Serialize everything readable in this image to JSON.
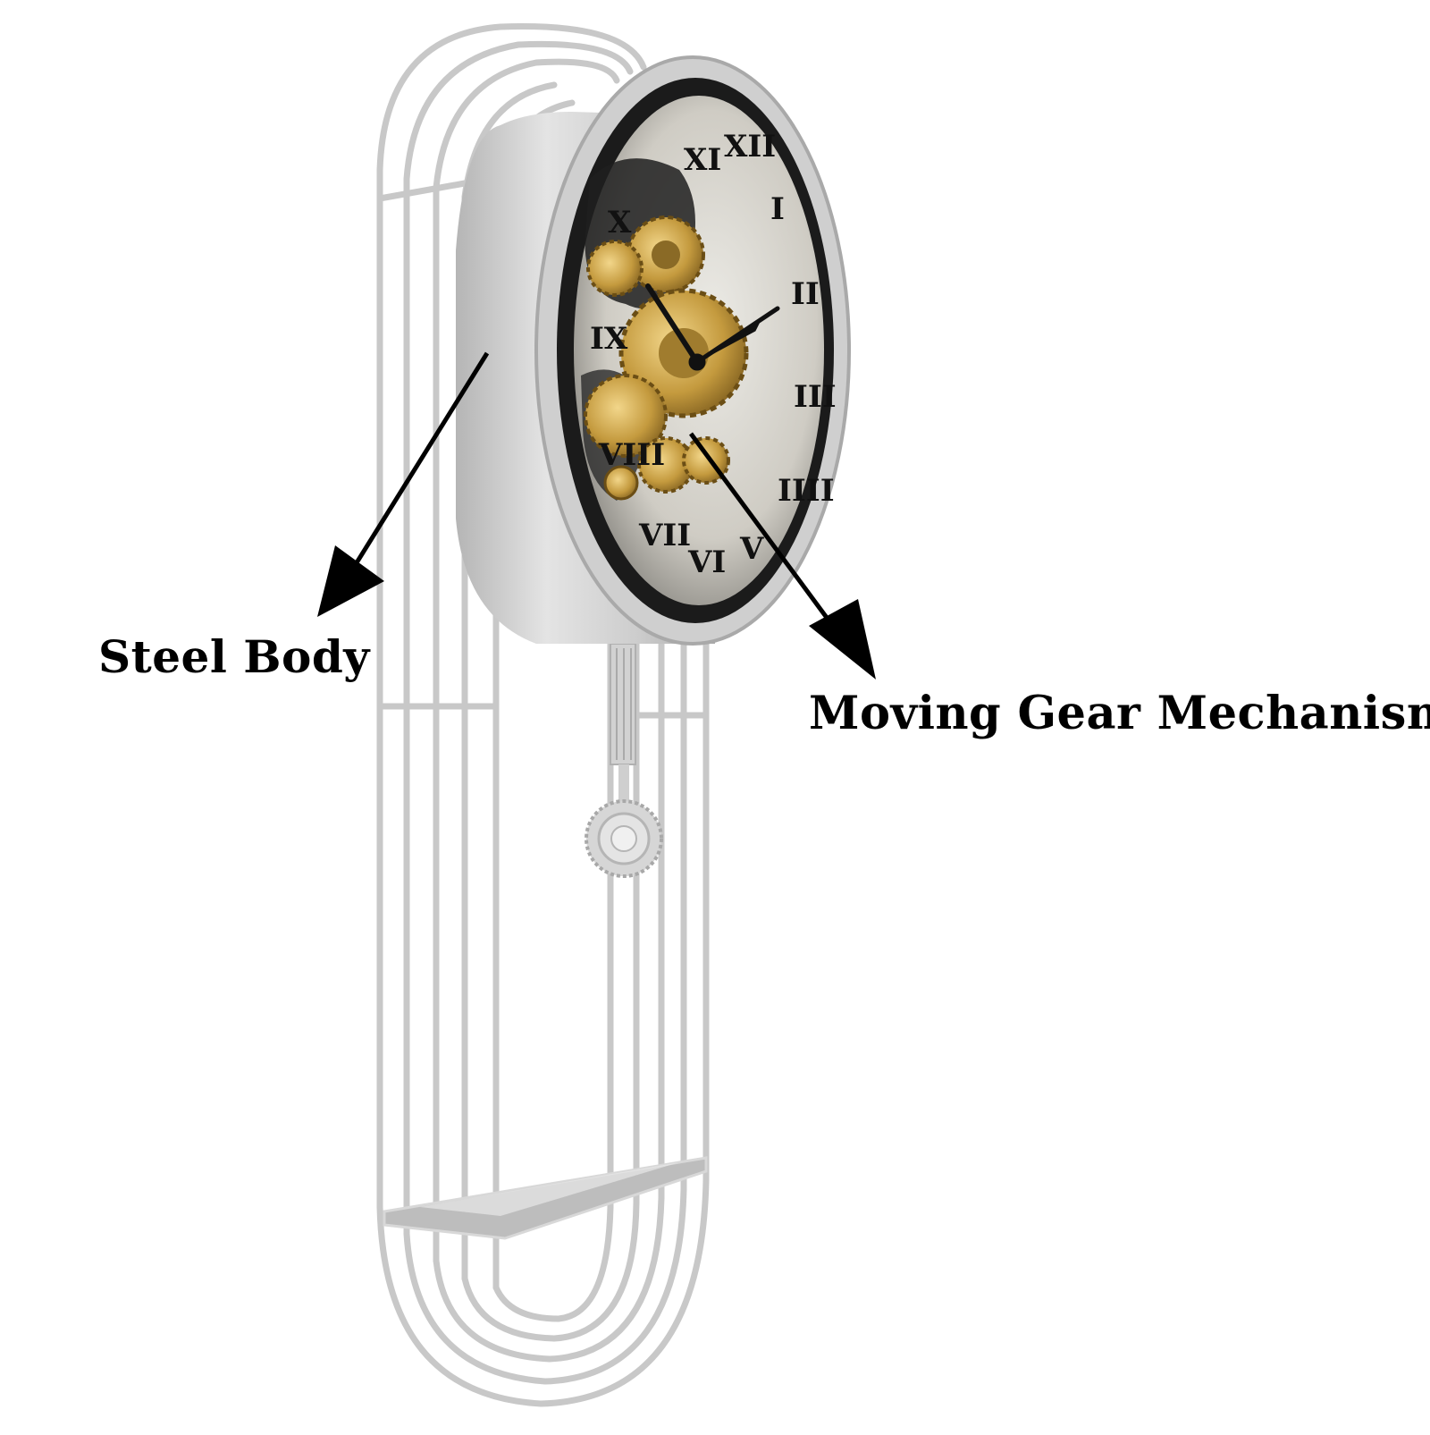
{
  "labels": {
    "steel_body": "Steel Body",
    "gear_mechanism": "Moving Gear Mechanism"
  },
  "clock": {
    "numerals": [
      "XII",
      "I",
      "II",
      "III",
      "IIII",
      "V",
      "VI",
      "VII",
      "VIII",
      "IX",
      "X",
      "XI"
    ],
    "frame_color": "#c9c9c9",
    "gear_color": "#b8913a",
    "dial_color": "#d6d3cb"
  }
}
